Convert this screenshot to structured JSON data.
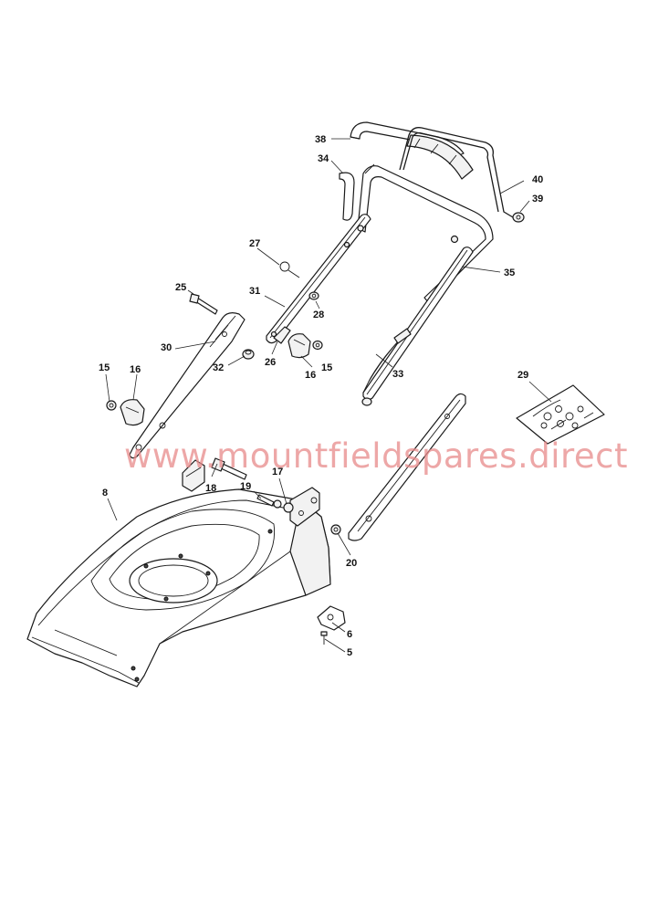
{
  "watermark": "www.mountfieldspares.direct",
  "callouts": [
    {
      "id": "38",
      "label": "38"
    },
    {
      "id": "34",
      "label": "34"
    },
    {
      "id": "40",
      "label": "40"
    },
    {
      "id": "39",
      "label": "39"
    },
    {
      "id": "27",
      "label": "27"
    },
    {
      "id": "35",
      "label": "35"
    },
    {
      "id": "25",
      "label": "25"
    },
    {
      "id": "31",
      "label": "31"
    },
    {
      "id": "28",
      "label": "28"
    },
    {
      "id": "30",
      "label": "30"
    },
    {
      "id": "32",
      "label": "32"
    },
    {
      "id": "26",
      "label": "26"
    },
    {
      "id": "16a",
      "label": "16"
    },
    {
      "id": "15a",
      "label": "15"
    },
    {
      "id": "33",
      "label": "33"
    },
    {
      "id": "15b",
      "label": "15"
    },
    {
      "id": "16b",
      "label": "16"
    },
    {
      "id": "29",
      "label": "29"
    },
    {
      "id": "18",
      "label": "18"
    },
    {
      "id": "17",
      "label": "17"
    },
    {
      "id": "19",
      "label": "19"
    },
    {
      "id": "8",
      "label": "8"
    },
    {
      "id": "20",
      "label": "20"
    },
    {
      "id": "6",
      "label": "6"
    },
    {
      "id": "5",
      "label": "5"
    }
  ],
  "colors": {
    "line": "#1a1a1a",
    "watermark": "#e88a8a",
    "background": "#ffffff"
  }
}
